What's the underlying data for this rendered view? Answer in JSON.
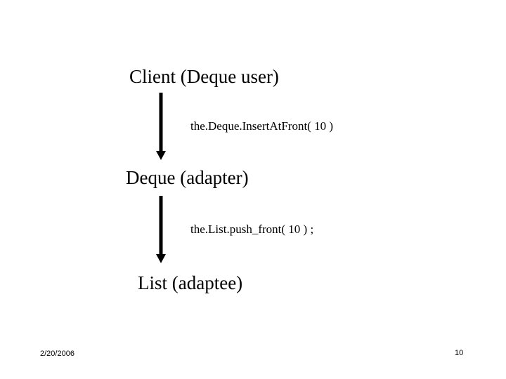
{
  "slide": {
    "background_color": "#ffffff",
    "ink_color": "#000000",
    "page_number": "10",
    "date": "2/20/2006"
  },
  "diagram": {
    "type": "vertical-flow",
    "nodes": [
      {
        "id": "client",
        "label": "Client (Deque user)"
      },
      {
        "id": "deque",
        "label": "Deque (adapter)"
      },
      {
        "id": "list",
        "label": "List (adaptee)"
      }
    ],
    "edges": [
      {
        "id": "client-to-deque",
        "from": "client",
        "to": "deque",
        "direction": "down",
        "label": "the.Deque.InsertAtFront( 10 )"
      },
      {
        "id": "deque-to-list",
        "from": "deque",
        "to": "list",
        "direction": "down",
        "label": "the.List.push_front( 10 ) ;"
      }
    ]
  },
  "footer": {
    "date": "2/20/2006",
    "page": "10"
  }
}
